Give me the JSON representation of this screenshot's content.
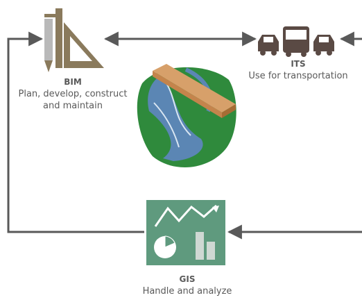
{
  "nodes": {
    "bim": {
      "title": "BIM",
      "line1": "Plan, develop, construct",
      "line2": "and maintain",
      "icon": "drafting-tools-icon"
    },
    "its": {
      "title": "ITS",
      "line1": "Use for transportation",
      "icon": "vehicles-icon"
    },
    "gis": {
      "title": "GIS",
      "line1": "Handle and analyze",
      "icon": "analytics-chart-icon"
    },
    "center": {
      "icon": "bridge-over-river-icon"
    }
  },
  "colors": {
    "arrow": "#595959",
    "bim_icon": "#8a7a5c",
    "its_icon": "#5a4a44",
    "gis_panel": "#5f9a7e",
    "river": "#5b86b4",
    "land": "#2f8a3c",
    "bridge": "#d7a06a"
  }
}
